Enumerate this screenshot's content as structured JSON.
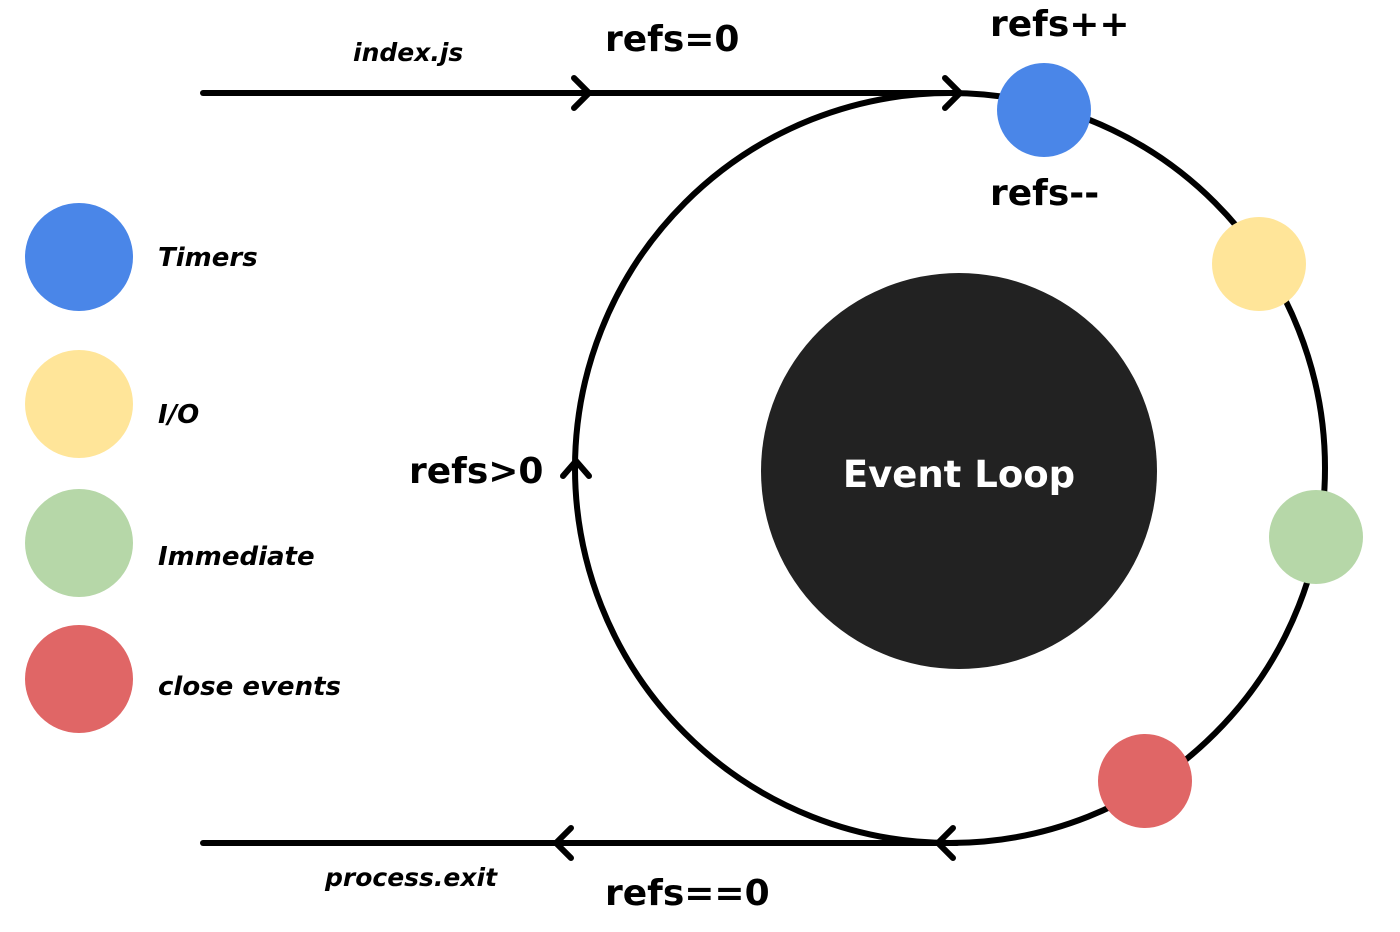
{
  "flow_labels": {
    "entry": "index.js",
    "refs_initial": "refs=0",
    "refs_increment": "refs++",
    "refs_decrement": "refs--",
    "refs_positive": "refs>0",
    "exit": "process.exit",
    "refs_zero": "refs==0"
  },
  "center": {
    "label": "Event Loop",
    "color": "#222222"
  },
  "phases": [
    {
      "name": "Timers",
      "color": "#4A86E8"
    },
    {
      "name": "I/O",
      "color": "#FFE599"
    },
    {
      "name": "Immediate",
      "color": "#B6D7A8"
    },
    {
      "name": "close events",
      "color": "#E06666"
    }
  ]
}
